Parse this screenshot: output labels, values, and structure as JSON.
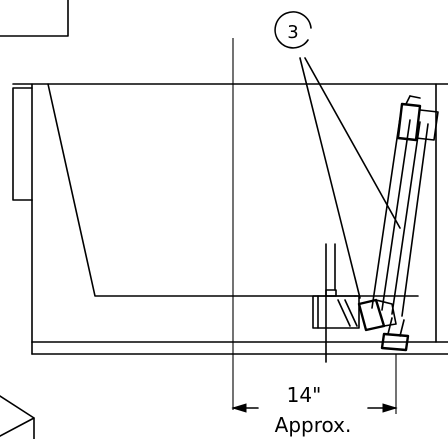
{
  "callout": {
    "number": "3"
  },
  "dimension": {
    "value": "14\"",
    "qualifier": "Approx."
  }
}
